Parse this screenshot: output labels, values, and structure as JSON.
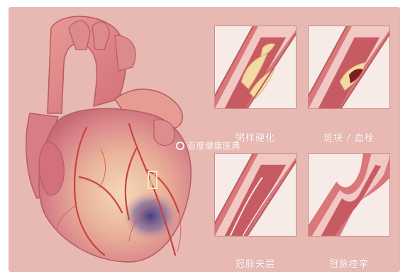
{
  "panels": [
    {
      "caption": "粥样硬化",
      "kind": "atherosclerosis"
    },
    {
      "caption": "斑块 / 血栓",
      "kind": "plaque-thrombus"
    },
    {
      "caption": "冠脉夹层",
      "kind": "dissection"
    },
    {
      "caption": "冠脉痉挛",
      "kind": "spasm"
    }
  ],
  "watermark": "百度健康医典",
  "colors": {
    "background": "#e7b9b2",
    "panel_bg": "#f7ebe8",
    "vessel_wall": "#d9777a",
    "vessel_inner": "#f1c8c3",
    "plaque": "#f3d9a4",
    "thrombus": "#7a1f1f"
  }
}
